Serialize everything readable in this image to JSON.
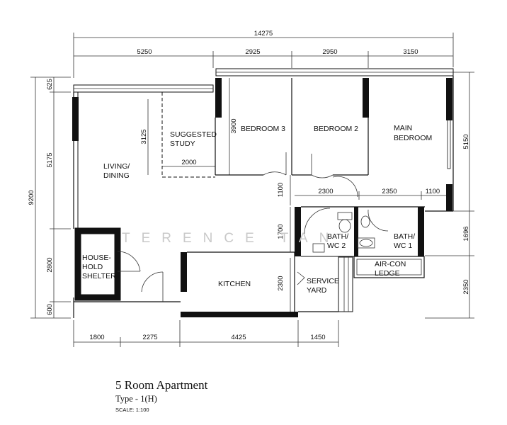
{
  "plan": {
    "title": "5 Room Apartment",
    "type": "Type - 1(H)",
    "scale": "SCALE: 1:100",
    "watermark": "TERENCE TAN"
  },
  "dimensions": {
    "overall_width": "14275",
    "top": [
      "5250",
      "2925",
      "2950",
      "3150"
    ],
    "left": [
      "625",
      "5175",
      "2800",
      "600"
    ],
    "left_total": "9200",
    "right": [
      "5150",
      "1696",
      "2350"
    ],
    "bottom": [
      "1800",
      "2275",
      "4425",
      "1450"
    ],
    "interior": {
      "study_height": "3125",
      "study_width": "2000",
      "bedroom3_height": "3900",
      "corridor": "1100",
      "bath_row": [
        "2300",
        "2350",
        "1100"
      ],
      "bath_height": "1700",
      "kitchen_height": "2300"
    }
  },
  "rooms": {
    "living": [
      "LIVING/",
      "DINING"
    ],
    "study": [
      "SUGGESTED",
      "STUDY"
    ],
    "bedroom3": "BEDROOM 3",
    "bedroom2": "BEDROOM 2",
    "main_bedroom": [
      "MAIN",
      "BEDROOM"
    ],
    "shelter": [
      "HOUSE-",
      "HOLD",
      "SHELTER"
    ],
    "kitchen": "KITCHEN",
    "service_yard": [
      "SERVICE",
      "YARD"
    ],
    "bath2": [
      "BATH/",
      "WC 2"
    ],
    "bath1": [
      "BATH/",
      "WC 1"
    ],
    "aircon": [
      "AIR-CON",
      "LEDGE"
    ]
  }
}
